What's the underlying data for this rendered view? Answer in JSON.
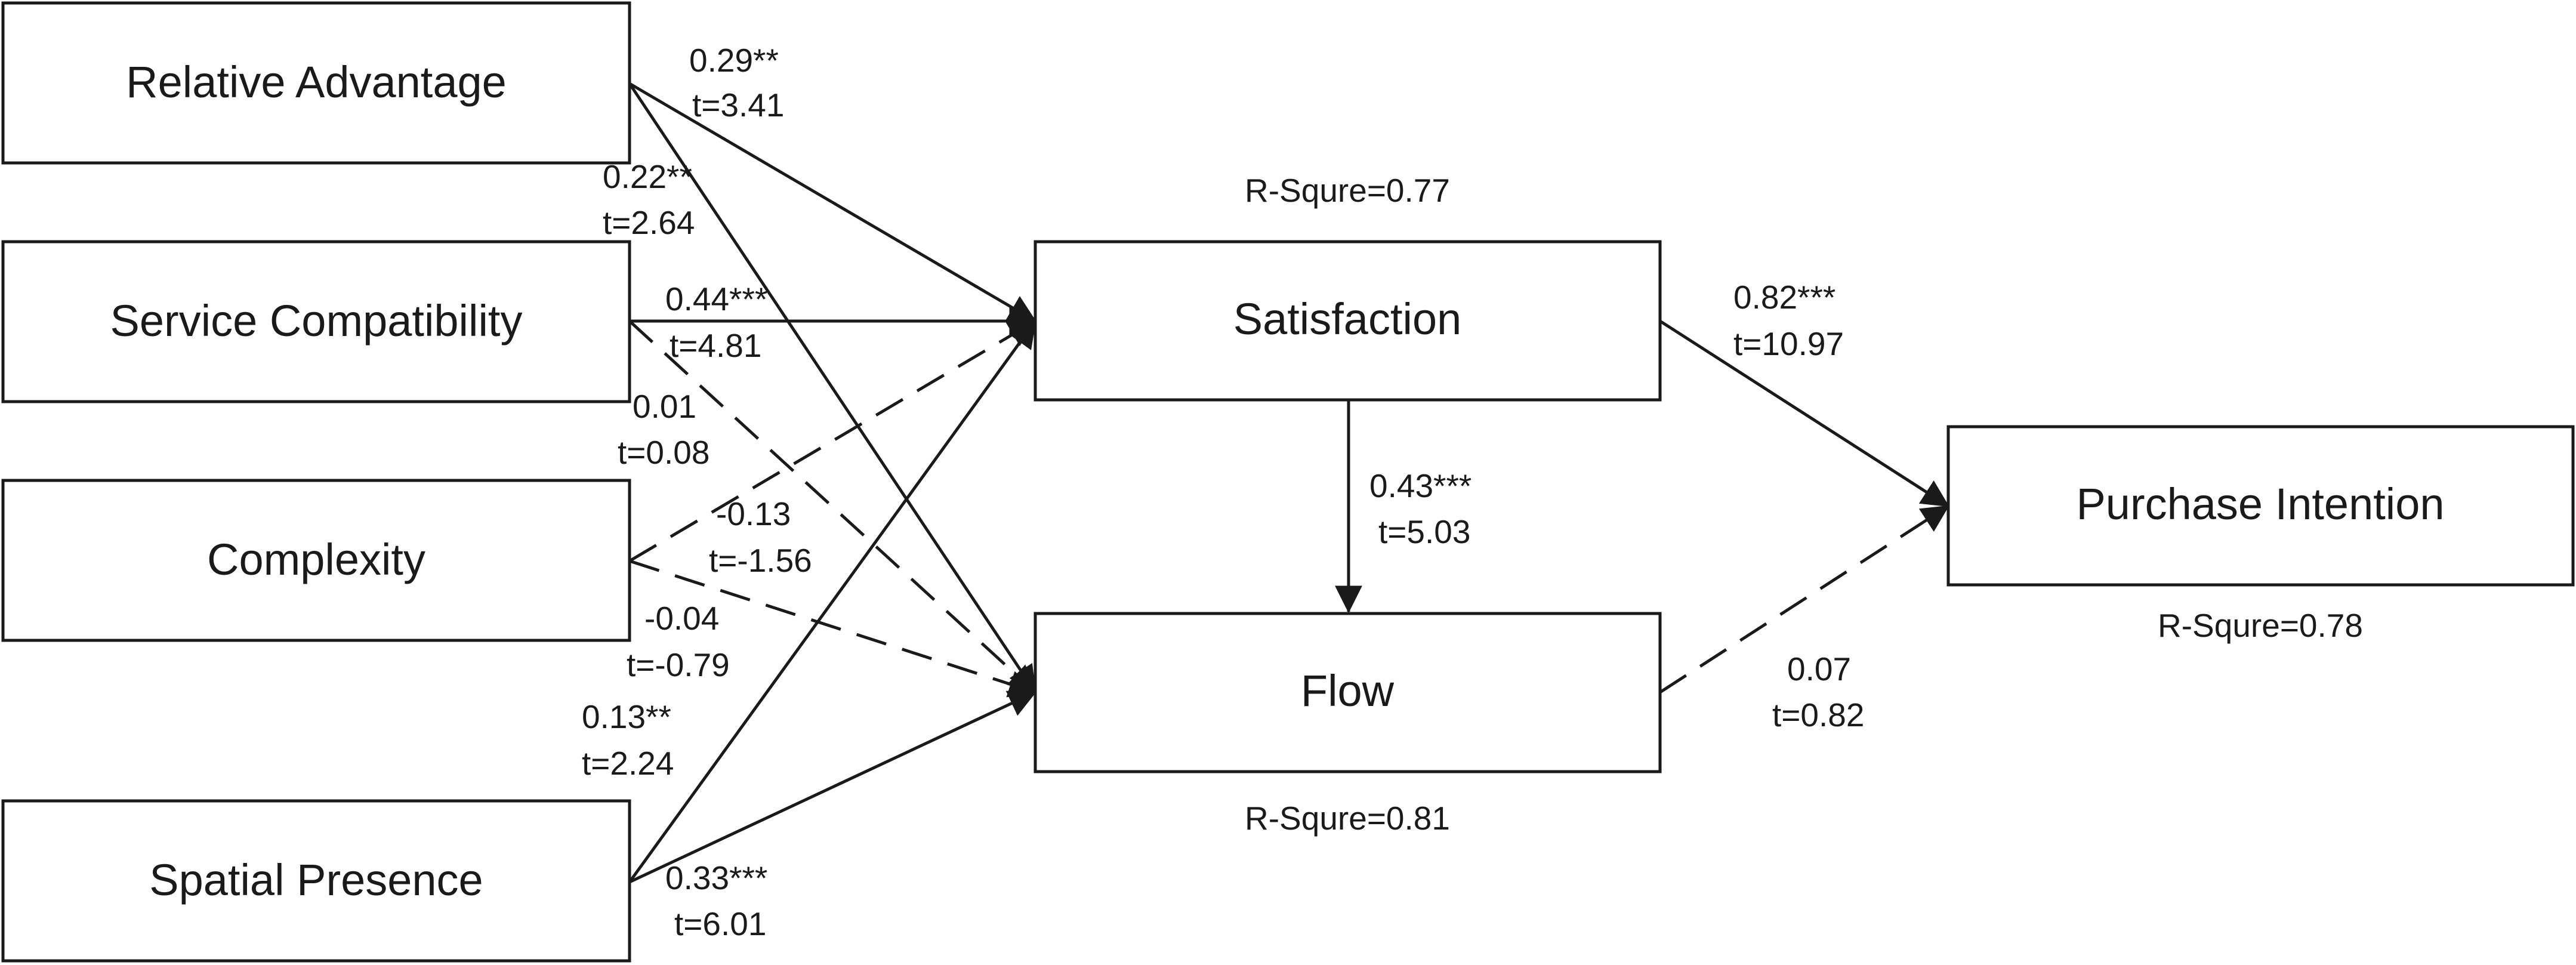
{
  "nodes": {
    "relative_advantage": "Relative Advantage",
    "service_compatibility": "Service Compatibility",
    "complexity": "Complexity",
    "spatial_presence": "Spatial Presence",
    "satisfaction": "Satisfaction",
    "flow": "Flow",
    "purchase_intention": "Purchase Intention"
  },
  "r_squared": {
    "satisfaction": "R-Squre=0.77",
    "flow": "R-Squre=0.81",
    "purchase_intention": "R-Squre=0.78"
  },
  "paths": [
    {
      "id": "ra_sat",
      "from": "Relative Advantage",
      "to": "Satisfaction",
      "coef": "0.29**",
      "t": "t=3.41",
      "significant": true
    },
    {
      "id": "ra_flow",
      "from": "Relative Advantage",
      "to": "Flow",
      "coef": "0.22**",
      "t": "t=2.64",
      "significant": true
    },
    {
      "id": "sc_sat",
      "from": "Service Compatibility",
      "to": "Satisfaction",
      "coef": "0.44***",
      "t": "t=4.81",
      "significant": true
    },
    {
      "id": "sc_flow",
      "from": "Service Compatibility",
      "to": "Flow",
      "coef": "0.01",
      "t": "t=0.08",
      "significant": false
    },
    {
      "id": "cx_sat",
      "from": "Complexity",
      "to": "Satisfaction",
      "coef": "-0.13",
      "t": "t=-1.56",
      "significant": false
    },
    {
      "id": "cx_flow",
      "from": "Complexity",
      "to": "Flow",
      "coef": "-0.04",
      "t": "t=-0.79",
      "significant": false
    },
    {
      "id": "sp_sat",
      "from": "Spatial Presence",
      "to": "Satisfaction",
      "coef": "0.13**",
      "t": "t=2.24",
      "significant": true
    },
    {
      "id": "sp_flow",
      "from": "Spatial Presence",
      "to": "Flow",
      "coef": "0.33***",
      "t": "t=6.01",
      "significant": true
    },
    {
      "id": "sat_flow",
      "from": "Satisfaction",
      "to": "Flow",
      "coef": "0.43***",
      "t": "t=5.03",
      "significant": true
    },
    {
      "id": "sat_pi",
      "from": "Satisfaction",
      "to": "Purchase Intention",
      "coef": "0.82***",
      "t": "t=10.97",
      "significant": true
    },
    {
      "id": "flow_pi",
      "from": "Flow",
      "to": "Purchase Intention",
      "coef": "0.07",
      "t": "t=0.82",
      "significant": false
    }
  ]
}
